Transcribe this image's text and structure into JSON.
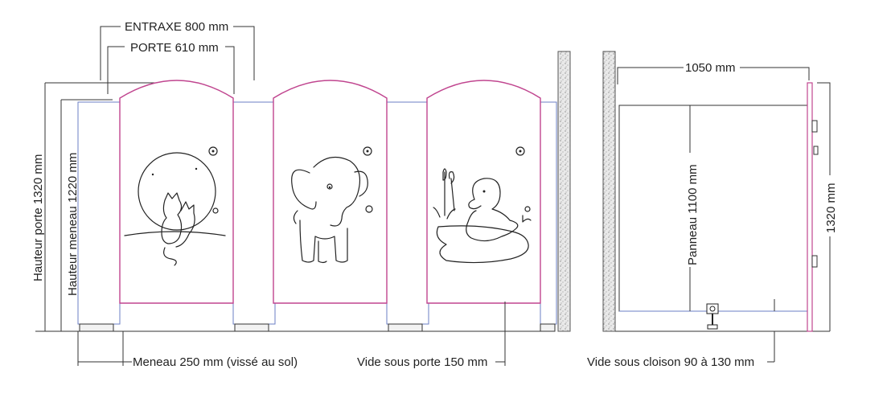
{
  "labels": {
    "entraxe": "ENTRAXE 800 mm",
    "porte": "PORTE 610 mm",
    "hauteur_porte": "Hauteur porte 1320 mm",
    "hauteur_meneau": "Hauteur meneau 1220 mm",
    "meneau": "Meneau 250 mm (vissé au sol)",
    "vide_porte": "Vide sous porte 150 mm",
    "vide_cloison": "Vide sous cloison 90 à 130 mm",
    "largeur_panneau": "1050 mm",
    "panneau": "Panneau 1100 mm",
    "hauteur_totale": "1320 mm"
  },
  "doors": [
    {
      "motif": "cat-moon-icon"
    },
    {
      "motif": "elephant-icon"
    },
    {
      "motif": "duck-icon"
    }
  ],
  "colors": {
    "door_outline": "#c0458f",
    "mullion_outline": "#6b7fc4",
    "line": "#333333"
  }
}
